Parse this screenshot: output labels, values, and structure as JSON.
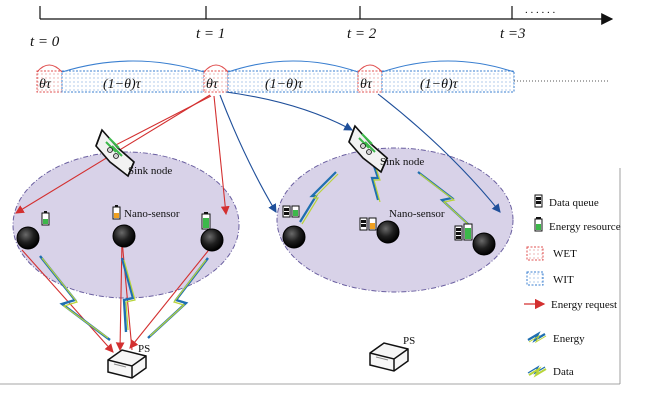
{
  "timeline": {
    "ticks": [
      "t = 0",
      "t = 1",
      "t = 2",
      "t =3"
    ],
    "dots": ". . . . . ."
  },
  "slots": {
    "wet_label": "θτ",
    "wit_label": "(1−θ)τ"
  },
  "nodes": {
    "sink_label": "Sink node",
    "nano_label": "Nano-sensor",
    "ps_label": "PS"
  },
  "legend": {
    "data_queue": "Data queue",
    "energy_resource": "Energy resource",
    "wet": "WET",
    "wit": "WIT",
    "energy_request": "Energy request",
    "energy": "Energy",
    "data": "Data"
  },
  "colors": {
    "wet_border": "#e05050",
    "wit_border": "#3a7fd0",
    "energy_request_arrow": "#d33030",
    "comm_arrow": "#1f4f9a",
    "energy_bolt": "#1f6fb0",
    "data_bolt": "#b8d43a",
    "cluster_fill": "#d8d2e8",
    "battery_green": "#3cb84a",
    "battery_yellow": "#f0a020"
  }
}
